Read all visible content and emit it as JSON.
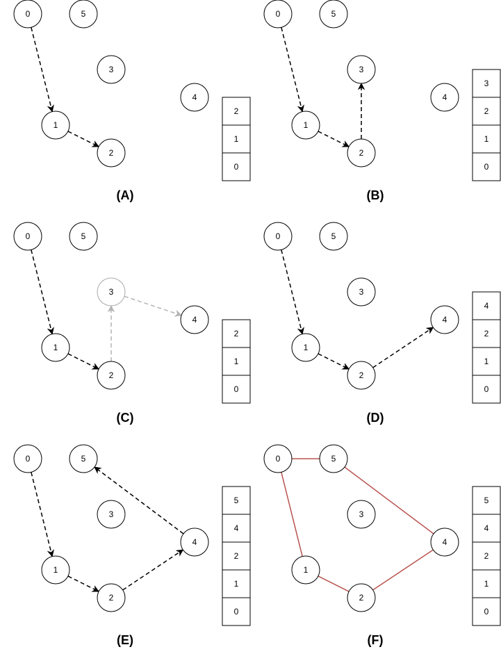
{
  "colors": {
    "edge": "#000000",
    "faded_edge": "#b3b3b3",
    "tree_edge": "#b85450"
  },
  "nodes": [
    {
      "id": "0",
      "label": "0"
    },
    {
      "id": "1",
      "label": "1"
    },
    {
      "id": "2",
      "label": "2"
    },
    {
      "id": "3",
      "label": "3"
    },
    {
      "id": "4",
      "label": "4"
    },
    {
      "id": "5",
      "label": "5"
    }
  ],
  "panels": [
    {
      "caption": "(A)",
      "edges": [
        {
          "from": "0",
          "to": "1",
          "style": "dashed-arrow"
        },
        {
          "from": "1",
          "to": "2",
          "style": "dashed-arrow"
        }
      ],
      "faded_nodes": [],
      "stack": [
        "2",
        "1",
        "0"
      ]
    },
    {
      "caption": "(B)",
      "edges": [
        {
          "from": "0",
          "to": "1",
          "style": "dashed-arrow"
        },
        {
          "from": "1",
          "to": "2",
          "style": "dashed-arrow"
        },
        {
          "from": "2",
          "to": "3",
          "style": "dashed-arrow"
        }
      ],
      "faded_nodes": [],
      "stack": [
        "3",
        "2",
        "1",
        "0"
      ]
    },
    {
      "caption": "(C)",
      "edges": [
        {
          "from": "0",
          "to": "1",
          "style": "dashed-arrow"
        },
        {
          "from": "1",
          "to": "2",
          "style": "dashed-arrow"
        },
        {
          "from": "2",
          "to": "3",
          "style": "faded-arrow"
        },
        {
          "from": "3",
          "to": "4",
          "style": "faded-arrow"
        }
      ],
      "faded_nodes": [
        "3"
      ],
      "stack": [
        "2",
        "1",
        "0"
      ]
    },
    {
      "caption": "(D)",
      "edges": [
        {
          "from": "0",
          "to": "1",
          "style": "dashed-arrow"
        },
        {
          "from": "1",
          "to": "2",
          "style": "dashed-arrow"
        },
        {
          "from": "2",
          "to": "4",
          "style": "dashed-arrow"
        }
      ],
      "faded_nodes": [],
      "stack": [
        "4",
        "2",
        "1",
        "0"
      ]
    },
    {
      "caption": "(E)",
      "edges": [
        {
          "from": "0",
          "to": "1",
          "style": "dashed-arrow"
        },
        {
          "from": "1",
          "to": "2",
          "style": "dashed-arrow"
        },
        {
          "from": "2",
          "to": "4",
          "style": "dashed-arrow"
        },
        {
          "from": "4",
          "to": "5",
          "style": "dashed-arrow"
        }
      ],
      "faded_nodes": [],
      "stack": [
        "5",
        "4",
        "2",
        "1",
        "0"
      ]
    },
    {
      "caption": "(F)",
      "edges": [
        {
          "from": "0",
          "to": "5",
          "style": "solid"
        },
        {
          "from": "0",
          "to": "1",
          "style": "solid"
        },
        {
          "from": "1",
          "to": "2",
          "style": "solid"
        },
        {
          "from": "2",
          "to": "4",
          "style": "solid"
        },
        {
          "from": "5",
          "to": "4",
          "style": "solid"
        }
      ],
      "faded_nodes": [],
      "stack": [
        "5",
        "4",
        "2",
        "1",
        "0"
      ]
    }
  ]
}
